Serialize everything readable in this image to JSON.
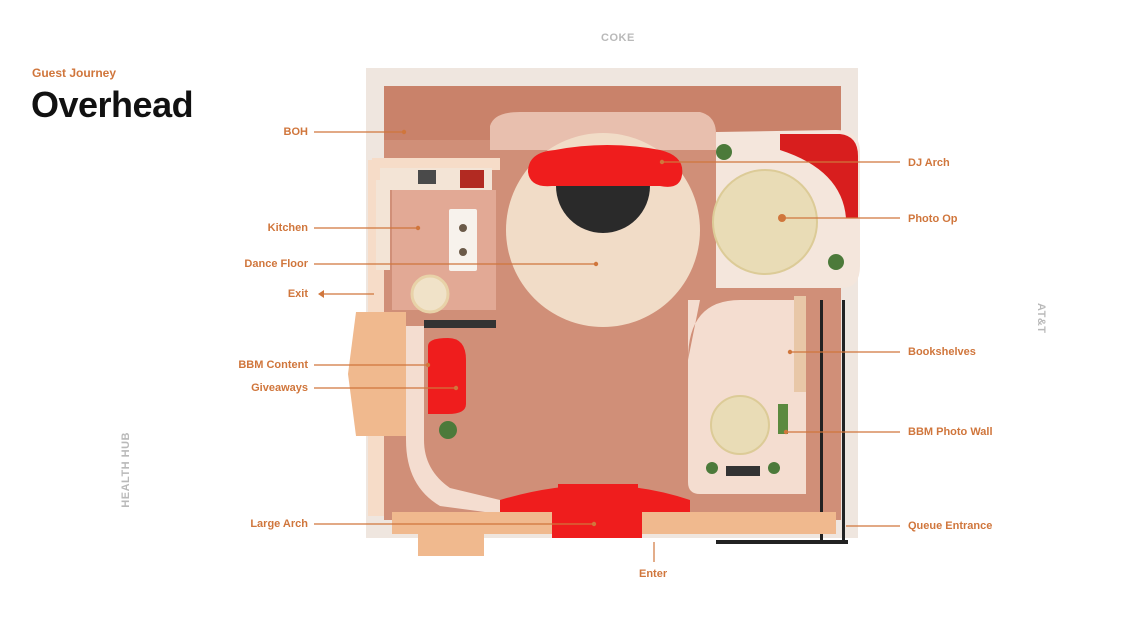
{
  "header": {
    "kicker": "Guest Journey",
    "title": "Overhead"
  },
  "neighbors": {
    "top": "COKE",
    "right": "AT&T",
    "left": "HEALTH HUB"
  },
  "callouts": {
    "boh": "BOH",
    "kitchen": "Kitchen",
    "dance_floor": "Dance Floor",
    "exit": "Exit",
    "bbm_content": "BBM Content",
    "giveaways": "Giveaways",
    "large_arch": "Large Arch",
    "enter": "Enter",
    "dj_arch": "DJ Arch",
    "photo_op": "Photo Op",
    "bookshelves": "Bookshelves",
    "bbm_photo_wall": "BBM Photo Wall",
    "queue_entrance": "Queue Entrance"
  },
  "colors": {
    "accent": "#d0763c",
    "neighbor_label": "#b9b9b9",
    "floor": "#d08f78",
    "floor_light": "#f1dcc7",
    "wall": "#f6dcc8",
    "arch_red": "#ef1d1d",
    "dj_black": "#2a2a2a",
    "mat": "#f0b98e"
  }
}
